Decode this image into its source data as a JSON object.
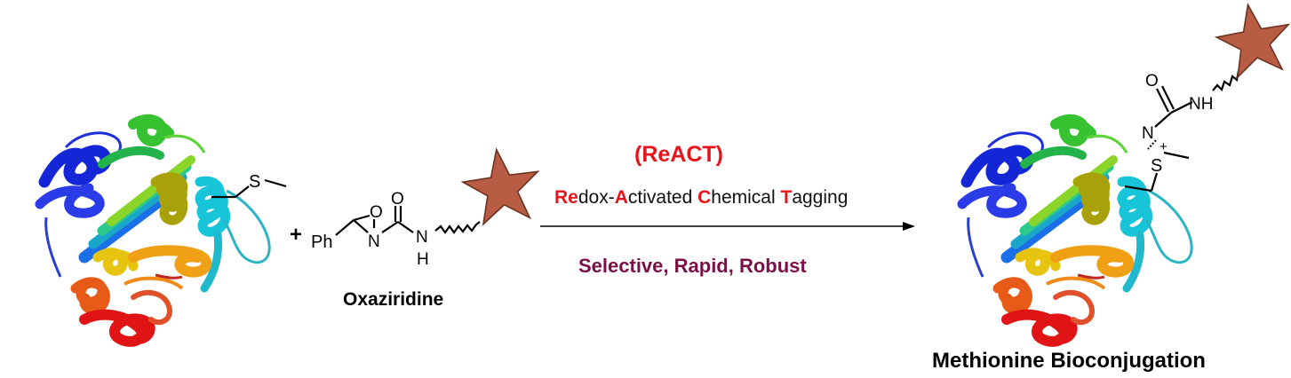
{
  "reaction": {
    "abbreviation": "(ReACT)",
    "full_name": {
      "w1_hl": "Re",
      "w1_rest": "dox-",
      "w2_hl": "A",
      "w2_rest": "ctivated ",
      "w3_hl": "C",
      "w3_rest": "hemical ",
      "w4_hl": "T",
      "w4_rest": "agging"
    },
    "properties": "Selective, Rapid, Robust"
  },
  "reagent": {
    "label": "Oxaziridine",
    "atoms": {
      "ph": "Ph",
      "o_ring": "O",
      "n_ring": "N",
      "o_carbonyl": "O",
      "n_amide": "N",
      "h_amide": "H"
    }
  },
  "substrate": {
    "plus": "+",
    "s_atom": "S"
  },
  "product": {
    "label": "Methionine Bioconjugation",
    "atoms": {
      "s": "S",
      "plus_charge": "+",
      "n": "N",
      "o": "O",
      "nh": "NH"
    }
  },
  "colors": {
    "accent_red": "#e8141c",
    "properties_text": "#7b1048",
    "star_fill": "#b85c44",
    "star_stroke": "#6e3424"
  }
}
